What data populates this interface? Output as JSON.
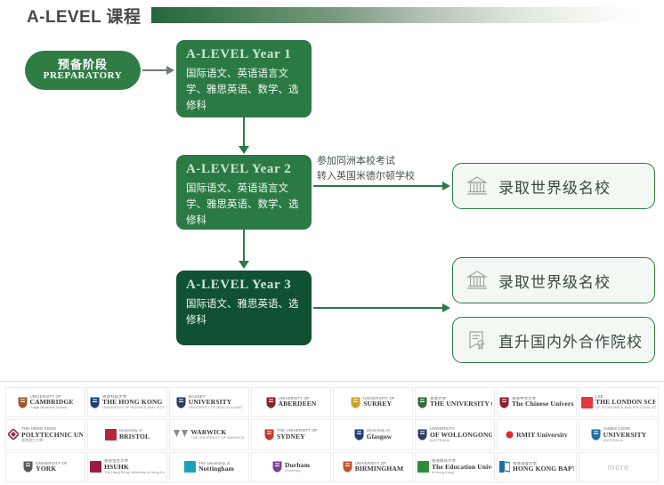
{
  "header": {
    "title": "A-LEVEL 课程",
    "accent_color": "#27663c",
    "bar_gradient_from": "#27663c",
    "bar_gradient_to": "#ffffff"
  },
  "diagram": {
    "preparatory": {
      "label_cn": "预备阶段",
      "label_en": "PREPARATORY",
      "color": "#2f7d45"
    },
    "years": [
      {
        "id": "year1",
        "title": "A-LEVEL Year 1",
        "subjects": "国际语文、英语语言文学、雅思英语、数学、选修科",
        "color": "#2b7a44"
      },
      {
        "id": "year2",
        "title": "A-LEVEL Year 2",
        "subjects": "国际语文、英语语言文学、雅思英语、数学、选修科",
        "color": "#2b7a44"
      },
      {
        "id": "year3",
        "title": "A-LEVEL Year 3",
        "subjects": "国际语文、雅思英语、选修科",
        "color": "#0f5130"
      }
    ],
    "transfer_note": {
      "line1": "参加同洲本校考试",
      "line2": "转入英国米德尔顿学校"
    },
    "outcomes": [
      {
        "id": "out1",
        "icon": "bank-icon",
        "label": "录取世界级名校"
      },
      {
        "id": "out2",
        "icon": "bank-icon",
        "label": "录取世界级名校"
      },
      {
        "id": "out3",
        "icon": "certificate-icon",
        "label": "直升国内外合作院校"
      }
    ]
  },
  "logo_wall": {
    "logos": [
      {
        "line1": "UNIVERSITY OF",
        "line2": "CAMBRIDGE",
        "line3": "Judge Business School",
        "crest": "shield",
        "crest_color": "#9a5b2c"
      },
      {
        "line1": "香港科技大學",
        "line2": "THE HONG KONG",
        "line3": "UNIVERSITY OF SCIENCE AND TECHNOLOGY",
        "crest": "shield",
        "crest_color": "#1f3f7a"
      },
      {
        "line1": "MASSEY",
        "line2": "UNIVERSITY",
        "line3": "UNIVERSITY OF NEW ZEALAND",
        "crest": "shield",
        "crest_color": "#2b3c5e"
      },
      {
        "line1": "UNIVERSITY OF",
        "line2": "ABERDEEN",
        "line3": "",
        "crest": "shield",
        "crest_color": "#8c1f2f"
      },
      {
        "line1": "UNIVERSITY OF",
        "line2": "SURREY",
        "line3": "",
        "crest": "shield",
        "crest_color": "#c9a227"
      },
      {
        "line1": "香港大學",
        "line2": "THE UNIVERSITY OF HONG KONG",
        "line3": "",
        "crest": "shield",
        "crest_color": "#2e6b3a"
      },
      {
        "line1": "香港中文大學",
        "line2": "The Chinese University of Hong Kong",
        "line3": "",
        "crest": "shield",
        "crest_color": "#8c1f2f"
      },
      {
        "line1": "LSE",
        "line2": "THE LONDON SCHOOL",
        "line3": "OF ECONOMICS AND POLITICAL SCIENCE",
        "crest": "block",
        "crest_color": "#e03a3e"
      },
      {
        "line1": "THE HONG KONG",
        "line2": "POLYTECHNIC UNIVERSITY",
        "line3": "香港理工大學",
        "crest": "diamond",
        "crest_color": "#8e2a4e"
      },
      {
        "line1": "University of",
        "line2": "BRISTOL",
        "line3": "",
        "crest": "block",
        "crest_color": "#b5263c"
      },
      {
        "line1": "",
        "line2": "WARWICK",
        "line3": "THE UNIVERSITY OF WARWICK",
        "crest": "chevron",
        "crest_color": "#8c8c8c"
      },
      {
        "line1": "THE UNIVERSITY OF",
        "line2": "SYDNEY",
        "line3": "",
        "crest": "shield",
        "crest_color": "#c0392b"
      },
      {
        "line1": "University of",
        "line2": "Glasgow",
        "line3": "",
        "crest": "shield",
        "crest_color": "#1f3f7a"
      },
      {
        "line1": "UNIVERSITY",
        "line2": "OF WOLLONGONG",
        "line3": "AUSTRALIA",
        "crest": "shield",
        "crest_color": "#2c3e66"
      },
      {
        "line1": "",
        "line2": "RMIT University",
        "line3": "",
        "crest": "dot",
        "crest_color": "#e0282e"
      },
      {
        "line1": "JAMES COOK",
        "line2": "UNIVERSITY",
        "line3": "AUSTRALIA",
        "crest": "shield",
        "crest_color": "#1f6fa8"
      },
      {
        "line1": "UNIVERSITY OF",
        "line2": "YORK",
        "line3": "",
        "crest": "shield",
        "crest_color": "#5a5a5a"
      },
      {
        "line1": "香港恒生大學",
        "line2": "HSUHK",
        "line3": "The Hang Seng University of Hong Kong",
        "crest": "block",
        "crest_color": "#9b1b43"
      },
      {
        "line1": "The University of",
        "line2": "Nottingham",
        "line3": "",
        "crest": "block",
        "crest_color": "#17a2b8"
      },
      {
        "line1": "",
        "line2": "Durham",
        "line3": "University",
        "crest": "shield",
        "crest_color": "#7e3f98"
      },
      {
        "line1": "UNIVERSITY OF",
        "line2": "BIRMINGHAM",
        "line3": "",
        "crest": "shield",
        "crest_color": "#c0562b"
      },
      {
        "line1": "香港教育大學",
        "line2": "The Education University",
        "line3": "of Hong Kong",
        "crest": "block",
        "crest_color": "#2e8b3a"
      },
      {
        "line1": "香港浸會大學",
        "line2": "HONG KONG BAPTIST UNIVERSITY",
        "line3": "",
        "crest": "book",
        "crest_color": "#1f6fa8"
      },
      {
        "line1": "",
        "line2": "more",
        "line3": "",
        "crest": "none",
        "crest_color": "#bdbdbd"
      }
    ],
    "more_label": "more"
  }
}
